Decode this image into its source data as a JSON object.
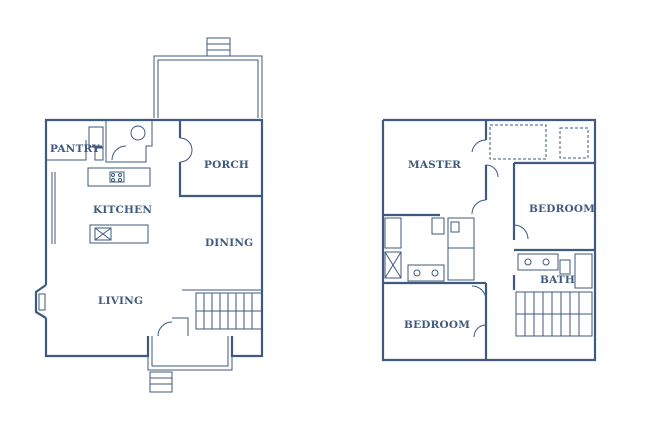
{
  "colors": {
    "line": "#3e5a7e",
    "background": "#ffffff"
  },
  "first_floor": {
    "rooms": {
      "pantry": "PANTRY",
      "kitchen": "KITCHEN",
      "porch": "PORCH",
      "dining": "DINING",
      "living": "LIVING"
    }
  },
  "second_floor": {
    "rooms": {
      "master": "MASTER",
      "bedroom_right": "BEDROOM",
      "bath": "BATH",
      "bedroom_bottom": "BEDROOM"
    }
  }
}
